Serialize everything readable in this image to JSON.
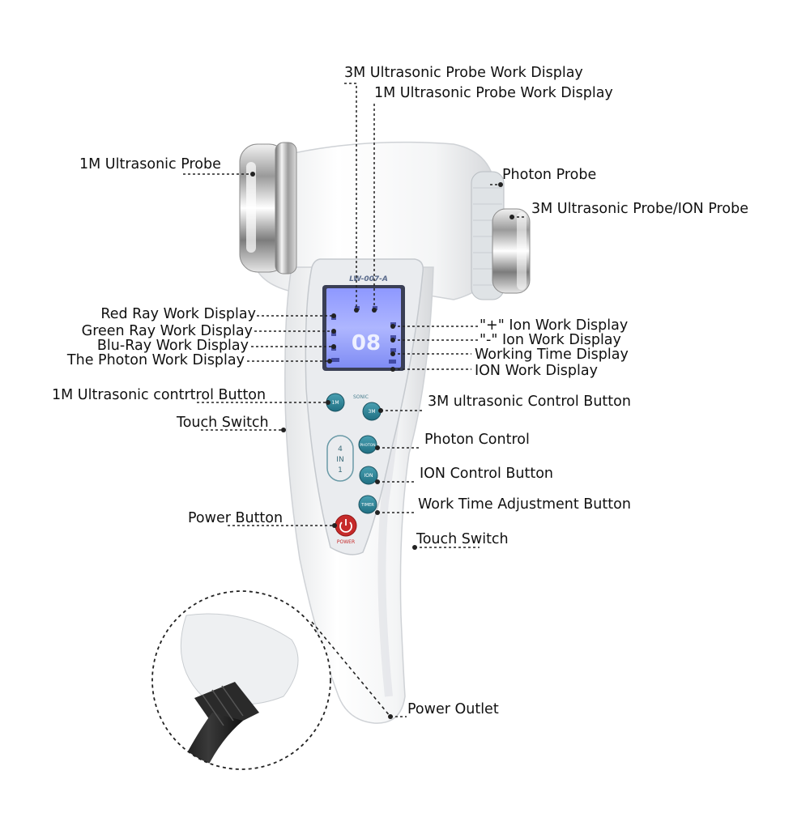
{
  "device": {
    "model": "LW-007-A",
    "display_digits": "08",
    "sonic_label": "SONIC",
    "four_in_one": [
      "4",
      "IN",
      "1"
    ],
    "buttons": {
      "btn_1m": "1M",
      "btn_3m": "3M",
      "btn_photon": "PHOTON",
      "btn_ion": "ION",
      "btn_timer": "TIMER",
      "btn_power": "POWER"
    }
  },
  "labels": {
    "probe3m_display": "3M Ultrasonic Probe Work Display",
    "probe1m_display": "1M Ultrasonic Probe Work Display",
    "probe1m": "1M Ultrasonic Probe",
    "photon_probe": "Photon Probe",
    "probe3m_ion": "3M Ultrasonic Probe/ION Probe",
    "red_ray": "Red Ray Work Display",
    "green_ray": "Green Ray Work Display",
    "blu_ray": "Blu-Ray Work Display",
    "photon_display": "The Photon Work Display",
    "plus_ion": "\"+\" Ion Work Display",
    "minus_ion": "\"-\" Ion Work Display",
    "working_time": "Working Time Display",
    "ion_display": "ION Work Display",
    "ctrl_1m": "1M Ultrasonic contrtrol Button",
    "ctrl_3m": "3M ultrasonic Control Button",
    "touch_switch_left": "Touch Switch",
    "photon_control": "Photon Control",
    "ion_control": "ION Control Button",
    "work_time_adjust": "Work Time Adjustment Button",
    "power_button": "Power Button",
    "touch_switch_right": "Touch Switch",
    "power_outlet": "Power Outlet"
  }
}
